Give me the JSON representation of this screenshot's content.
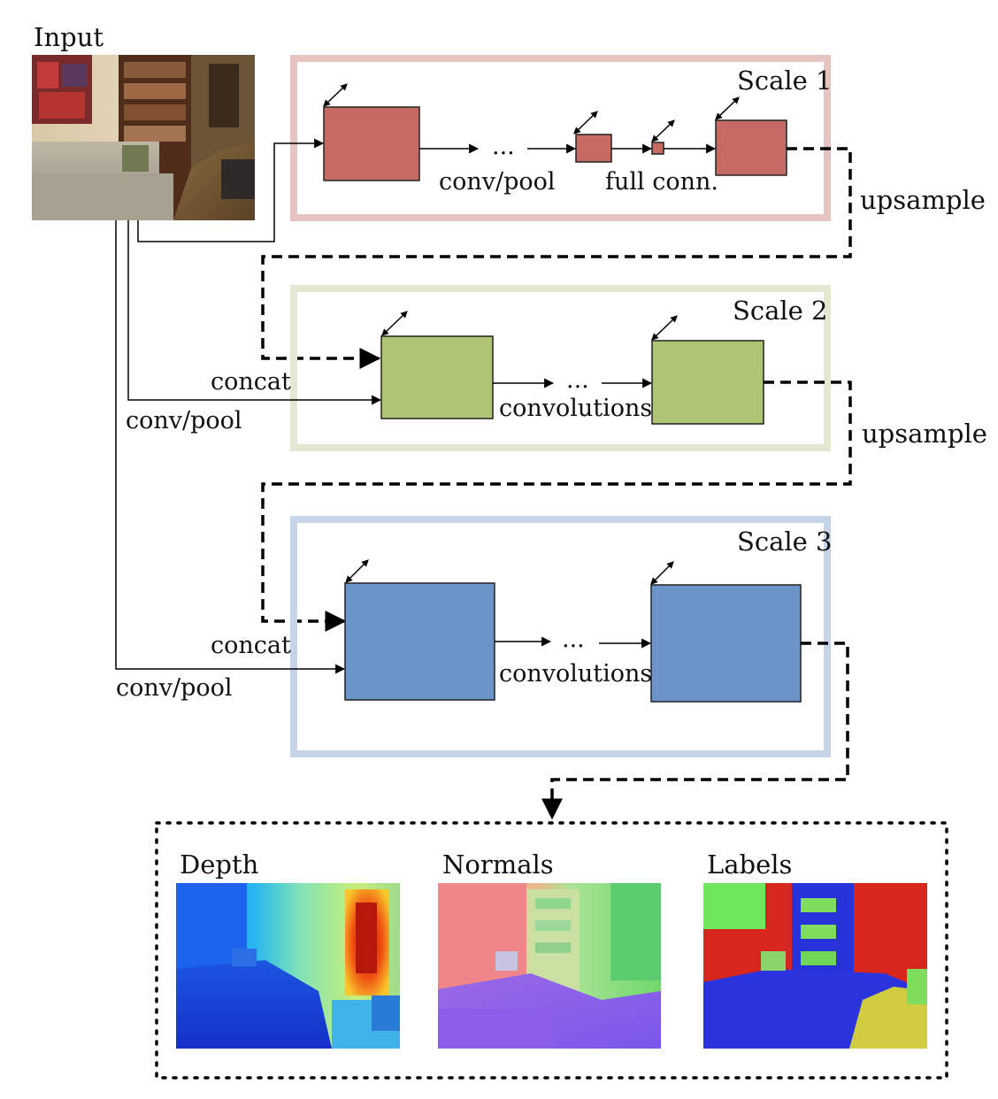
{
  "labels": {
    "input": "Input",
    "scale1": "Scale 1",
    "scale2": "Scale 2",
    "scale3": "Scale 3",
    "conv_pool_s1": "conv/pool",
    "full_conn": "full conn.",
    "ellipsis": "...",
    "upsample_1": "upsample",
    "upsample_2": "upsample",
    "concat_2": "concat",
    "conv_pool_2": "conv/pool",
    "convolutions_2": "convolutions",
    "concat_3": "concat",
    "conv_pool_3": "conv/pool",
    "convolutions_3": "convolutions",
    "output_depth": "Depth",
    "output_normals": "Normals",
    "output_labels": "Labels"
  },
  "colors": {
    "scale1_frame": "#e5c4c1",
    "scale1_block": "#c66b63",
    "scale2_frame": "#e3e8d2",
    "scale2_block": "#afc576",
    "scale3_frame": "#c5d4e7",
    "scale3_block": "#6b94c8"
  }
}
